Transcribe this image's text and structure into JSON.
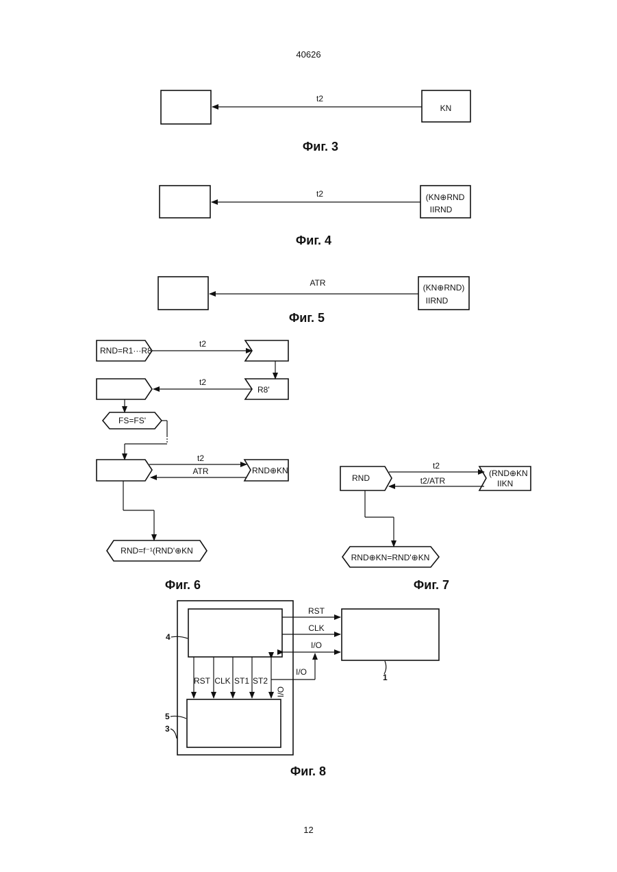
{
  "header": {
    "doc_number": "40626"
  },
  "footer": {
    "page_number": "12"
  },
  "fig3": {
    "caption": "Фиг. 3",
    "arrow_label": "t2",
    "right_box": "KN"
  },
  "fig4": {
    "caption": "Фиг. 4",
    "arrow_label": "t2",
    "right_box_line1": "(KN⊕RND",
    "right_box_line2": "IIRND"
  },
  "fig5": {
    "caption": "Фиг. 5",
    "arrow_label": "ATR",
    "right_box_line1": "(KN⊕RND)",
    "right_box_line2": "IIRND"
  },
  "fig6": {
    "caption": "Фиг. 6",
    "rnd_def": "RND=R1···R8",
    "t2_a": "t2",
    "r8_box": "R8'",
    "t2_b": "t2",
    "fs_check": "FS=FS'",
    "t2_c": "t2",
    "atr": "ATR",
    "rnd_kn_box": "RND⊕KN",
    "result": "RND=f⁻¹(RND'⊕KN"
  },
  "fig7": {
    "caption": "Фиг. 7",
    "rnd_box": "RND",
    "t2": "t2",
    "t2_atr": "t2/ATR",
    "right_line1": "(RND⊕KN",
    "right_line2": "IIKN",
    "result": "RND⊕KN=RND'⊕KN"
  },
  "fig8": {
    "caption": "Фиг. 8",
    "ext_signals": [
      "RST",
      "CLK",
      "I/O"
    ],
    "int_signals": [
      "RST",
      "CLK",
      "ST1",
      "ST2"
    ],
    "io_label": "I/O",
    "ref_4": "4",
    "ref_5": "5",
    "ref_3": "3",
    "ref_1": "1"
  }
}
